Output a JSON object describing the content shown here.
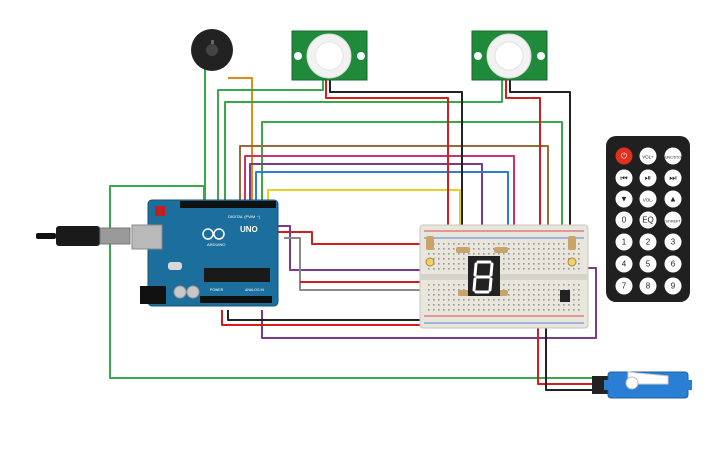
{
  "arduino": {
    "brand": "UNO",
    "model": "ARDUINO",
    "subtitle": "DIGITAL (PWM ~)",
    "power_label": "POWER",
    "analog_label": "ANALOG IN"
  },
  "remote": {
    "buttons": [
      {
        "label": "⏻"
      },
      {
        "label": "VOL+"
      },
      {
        "label": "FUNC/STOP"
      },
      {
        "label": "⏮"
      },
      {
        "label": "⏯"
      },
      {
        "label": "⏭"
      },
      {
        "label": "▼"
      },
      {
        "label": "VOL-"
      },
      {
        "label": "▲"
      },
      {
        "label": "0"
      },
      {
        "label": "EQ"
      },
      {
        "label": "ST/REPT"
      },
      {
        "label": "1"
      },
      {
        "label": "2"
      },
      {
        "label": "3"
      },
      {
        "label": "4"
      },
      {
        "label": "5"
      },
      {
        "label": "6"
      },
      {
        "label": "7"
      },
      {
        "label": "8"
      },
      {
        "label": "9"
      }
    ]
  },
  "colors": {
    "arduino": "#1c6e9c",
    "breadboard": "#e7e5dc",
    "pir": "#1f8a3a",
    "servo": "#2a7fd4",
    "remote": "#202020",
    "remote_power": "#e03020",
    "wire_green": "#3aa84a",
    "wire_red": "#d21e1e",
    "wire_black": "#222222",
    "wire_orange": "#e08a1a",
    "wire_yellow": "#e8d020",
    "wire_purple": "#7a3a8a",
    "wire_pink": "#d0306a",
    "wire_brown": "#9a6a3a",
    "wire_blue": "#2a7fd4",
    "wire_gray": "#8a8a8a"
  }
}
